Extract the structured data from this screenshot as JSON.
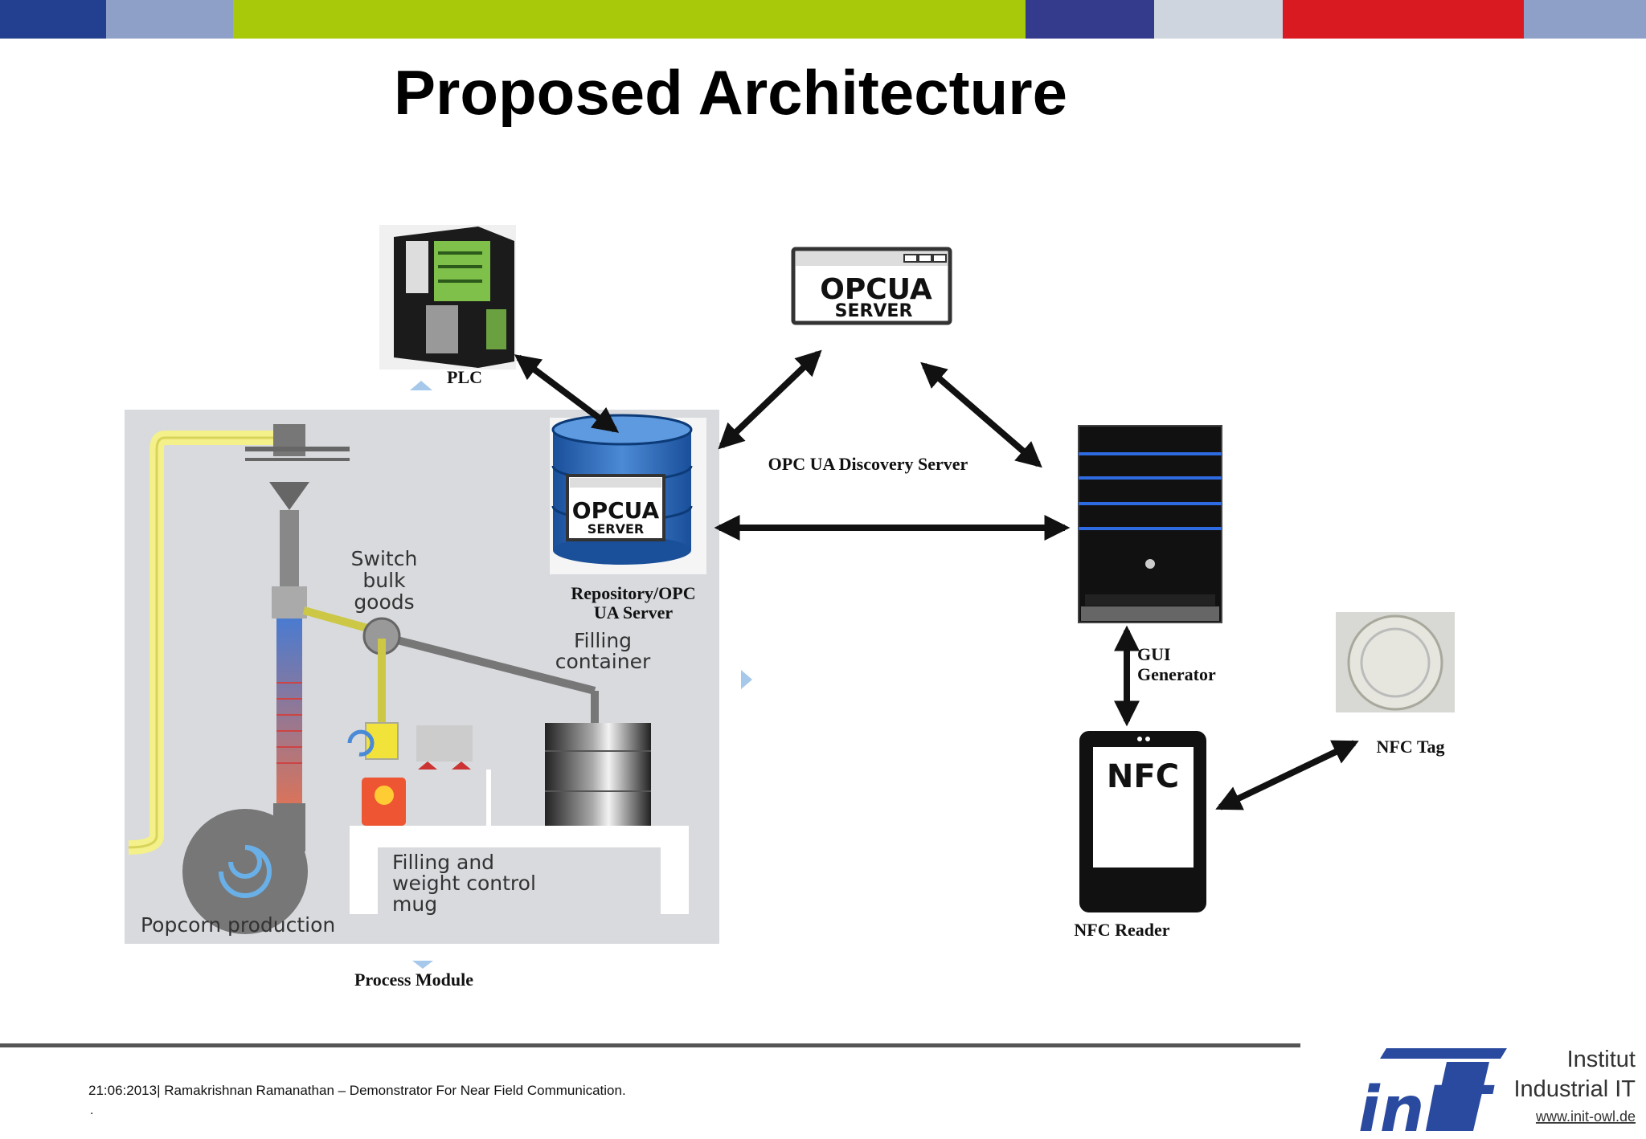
{
  "header": {
    "color_bar": [
      "#233f8f",
      "#8fa0c8",
      "#a8c90a",
      "#353b8c",
      "#cfd5de",
      "#d91a21",
      "#8fa0c8"
    ],
    "title": "Proposed Architecture"
  },
  "diagram": {
    "plc_label": "PLC",
    "opcua_server_top": {
      "logo_text": "OPCUA",
      "logo_sub": "SERVER"
    },
    "opcua_server_repo": {
      "logo_text": "OPCUA",
      "logo_sub": "SERVER"
    },
    "discovery_label": "OPC UA Discovery Server",
    "repository_label_line1": "Repository/OPC",
    "repository_label_line2": "UA Server",
    "gui_label_line1": "GUI",
    "gui_label_line2": "Generator",
    "nfc_screen_text": "NFC",
    "nfc_reader_label": "NFC Reader",
    "nfc_tag_label": "NFC Tag",
    "process_module_label": "Process Module",
    "process": {
      "switch_line1": "Switch",
      "switch_line2": "bulk",
      "switch_line3": "goods",
      "filling_container_line1": "Filling",
      "filling_container_line2": "container",
      "filling_weight_line1": "Filling and",
      "filling_weight_line2": "weight control",
      "filling_weight_line3": "mug",
      "popcorn": "Popcorn production"
    }
  },
  "footer": {
    "text": "21:06:2013| Ramakrishnan Ramanathan – Demonstrator For Near Field Communication.",
    "dot": ".",
    "logo": {
      "mark": "inIT",
      "line1": "Institut",
      "line2": "Industrial IT",
      "url": "www.init-owl.de"
    }
  }
}
